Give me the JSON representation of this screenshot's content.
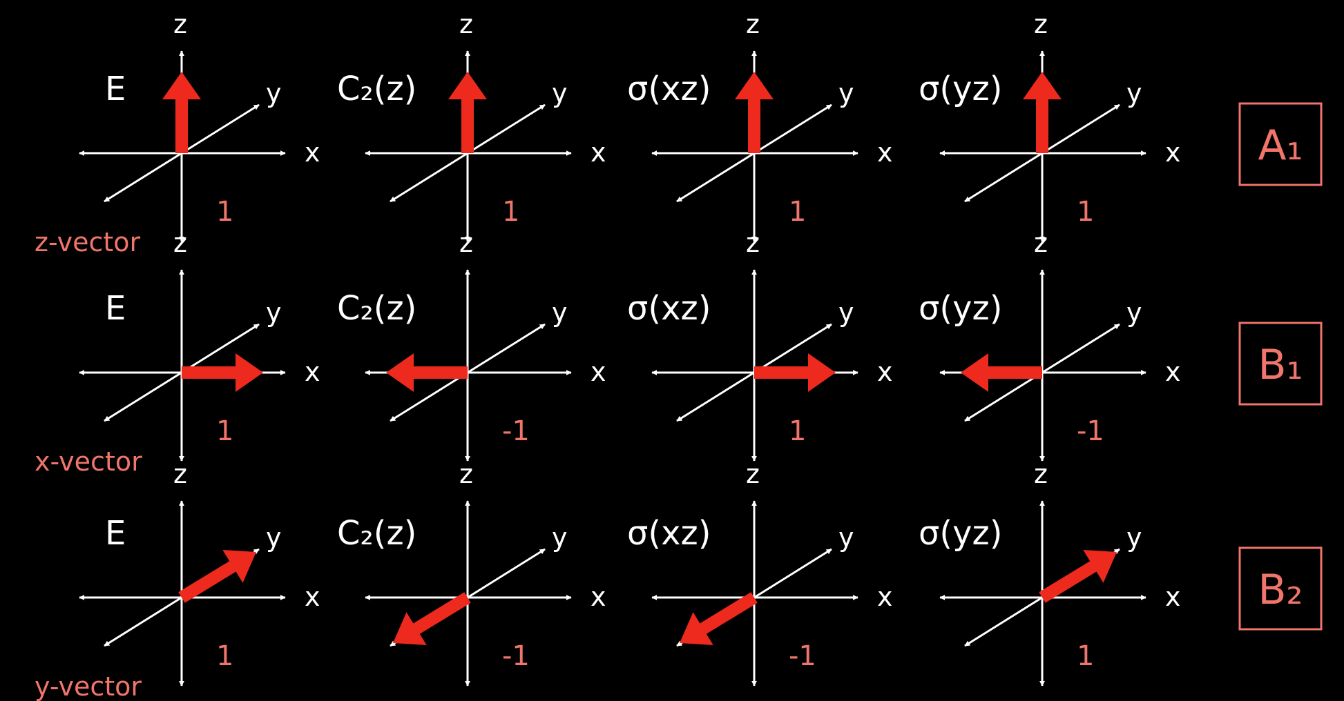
{
  "colors": {
    "background": "#000000",
    "axis": "#ffffff",
    "vector": "#ee2a1e",
    "accent": "#f0756a"
  },
  "axis_labels": {
    "x": "x",
    "y": "y",
    "z": "z"
  },
  "operations": [
    "E",
    "C₂(z)",
    "σ(xz)",
    "σ(yz)"
  ],
  "rows": [
    {
      "vector_label": "z-vector",
      "vector_axis": "z",
      "irrep": "A₁",
      "characters": [
        "1",
        "1",
        "1",
        "1"
      ],
      "directions": [
        "+z",
        "+z",
        "+z",
        "+z"
      ]
    },
    {
      "vector_label": "x-vector",
      "vector_axis": "x",
      "irrep": "B₁",
      "characters": [
        "1",
        "-1",
        "1",
        "-1"
      ],
      "directions": [
        "+x",
        "-x",
        "+x",
        "-x"
      ]
    },
    {
      "vector_label": "y-vector",
      "vector_axis": "y",
      "irrep": "B₂",
      "characters": [
        "1",
        "-1",
        "-1",
        "1"
      ],
      "directions": [
        "+y",
        "-y",
        "-y",
        "+y"
      ]
    }
  ]
}
